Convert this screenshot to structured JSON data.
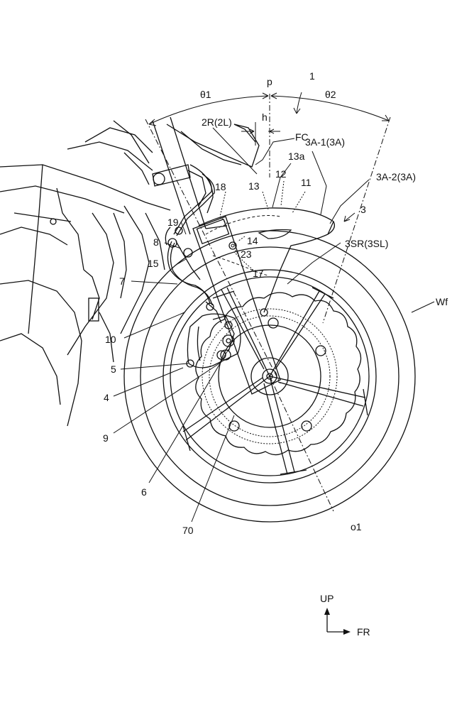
{
  "labels": {
    "ref_1": "1",
    "p": "p",
    "theta1": "θ1",
    "theta2": "θ2",
    "h": "h",
    "ref_2R": "2R(2L)",
    "FC": "FC",
    "ref_13a": "13a",
    "ref_3A1": "3A-1(3A)",
    "ref_12": "12",
    "ref_13": "13",
    "ref_11": "11",
    "ref_18": "18",
    "ref_3A2": "3A-2(3A)",
    "ref_3": "3",
    "ref_19": "19",
    "ref_14": "14",
    "ref_8": "8",
    "ref_23": "23",
    "ref_3SR": "3SR(3SL)",
    "ref_15": "15",
    "ref_17": "17",
    "ref_7": "7",
    "Wf": "Wf",
    "ref_10": "10",
    "ref_5": "5",
    "ref_4": "4",
    "ref_9": "9",
    "ref_6": "6",
    "ref_70": "70",
    "o1": "o1",
    "UP": "UP",
    "FR": "FR"
  }
}
